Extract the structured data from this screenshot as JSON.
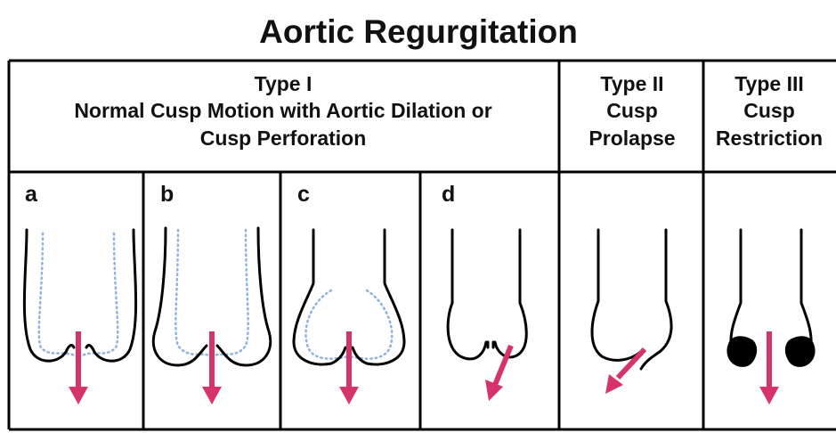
{
  "title": "Aortic Regurgitation",
  "headers": {
    "type1": {
      "line1": "Type I",
      "line2": "Normal Cusp Motion with Aortic Dilation or",
      "line3": "Cusp Perforation"
    },
    "type2": {
      "line1": "Type II",
      "line2": "Cusp",
      "line3": "Prolapse"
    },
    "type3": {
      "line1": "Type III",
      "line2": "Cusp",
      "line3": "Restriction"
    }
  },
  "panels": {
    "a": "a",
    "b": "b",
    "c": "c",
    "d": "d"
  },
  "colors": {
    "jet": "#d6336c",
    "dilation_outline": "#8fb3d9",
    "outline": "#000000"
  }
}
